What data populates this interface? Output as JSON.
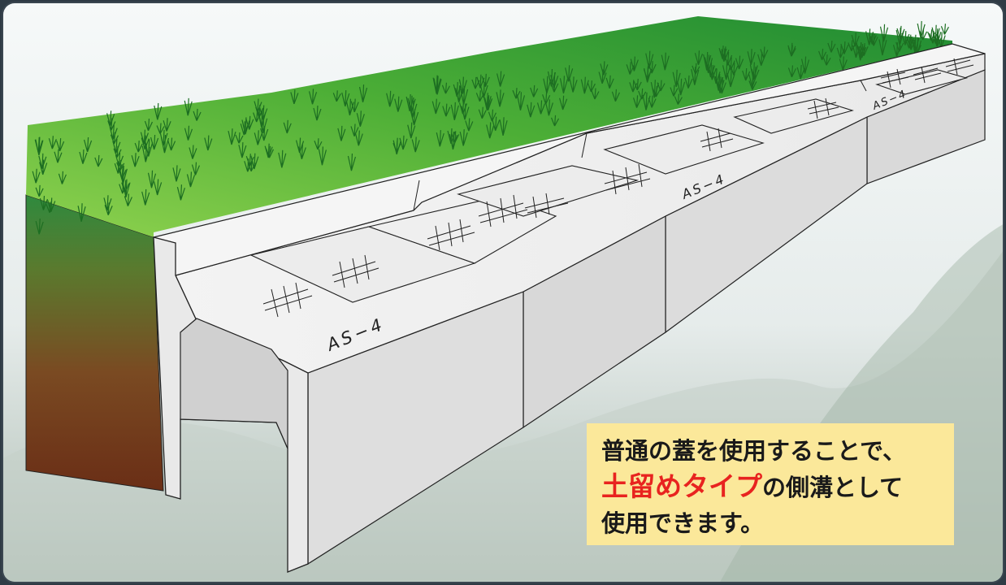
{
  "block_label": "AS−4",
  "callout": {
    "line1": "普通の蓋を使用することで、",
    "line2_highlight": "土留めタイプ",
    "line2_rest": "の側溝として",
    "line3": "使用できます。"
  },
  "colors": {
    "grass": "#47a833",
    "soil": "#7a4a22",
    "concrete": "#e6e6e6",
    "highlight": "#e8231f",
    "callout_bg": "#fbe89a"
  }
}
